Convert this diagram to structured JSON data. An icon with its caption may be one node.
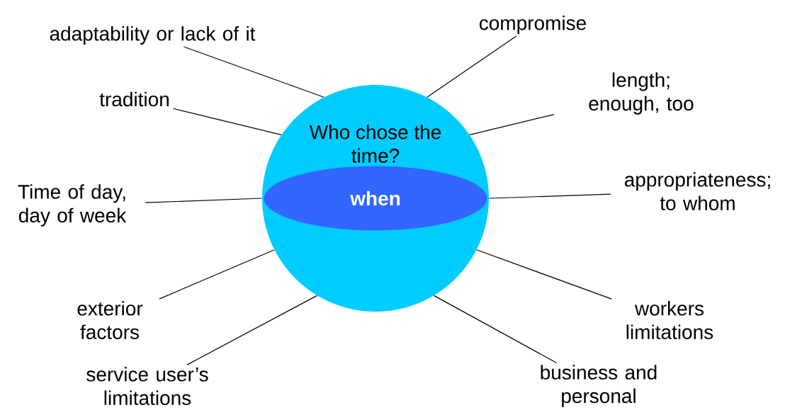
{
  "diagram": {
    "nodes": [
      {
        "text": [
          "Who chose the time?"
        ]
      },
      {
        "text": [
          "when"
        ],
        "in": 0
      },
      {
        "text": [
          "adaptability or lack of it"
        ]
      },
      {
        "text": [
          "compromise"
        ]
      },
      {
        "text": [
          "tradition"
        ]
      },
      {
        "text": [
          "length; enough, too"
        ]
      },
      {
        "text": [
          "Time of day, day of week"
        ]
      },
      {
        "text": [
          "appropriateness; to whom"
        ]
      },
      {
        "text": [
          "exterior factors"
        ]
      },
      {
        "text": [
          "workers limitations"
        ]
      },
      {
        "text": [
          "service user’s limitations"
        ]
      },
      {
        "text": [
          "business and personal"
        ]
      }
    ],
    "edges": [
      {
        "from": 0,
        "to": 2,
        "arrow": "none"
      },
      {
        "from": 0,
        "to": 3,
        "arrow": "none"
      },
      {
        "from": 0,
        "to": 4,
        "arrow": "none"
      },
      {
        "from": 0,
        "to": 5,
        "arrow": "none"
      },
      {
        "from": 0,
        "to": 6,
        "arrow": "none"
      },
      {
        "from": 0,
        "to": 7,
        "arrow": "none"
      },
      {
        "from": 0,
        "to": 8,
        "arrow": "none"
      },
      {
        "from": 0,
        "to": 9,
        "arrow": "none"
      },
      {
        "from": 0,
        "to": 10,
        "arrow": "none"
      },
      {
        "from": 0,
        "to": 11,
        "arrow": "none"
      }
    ]
  }
}
